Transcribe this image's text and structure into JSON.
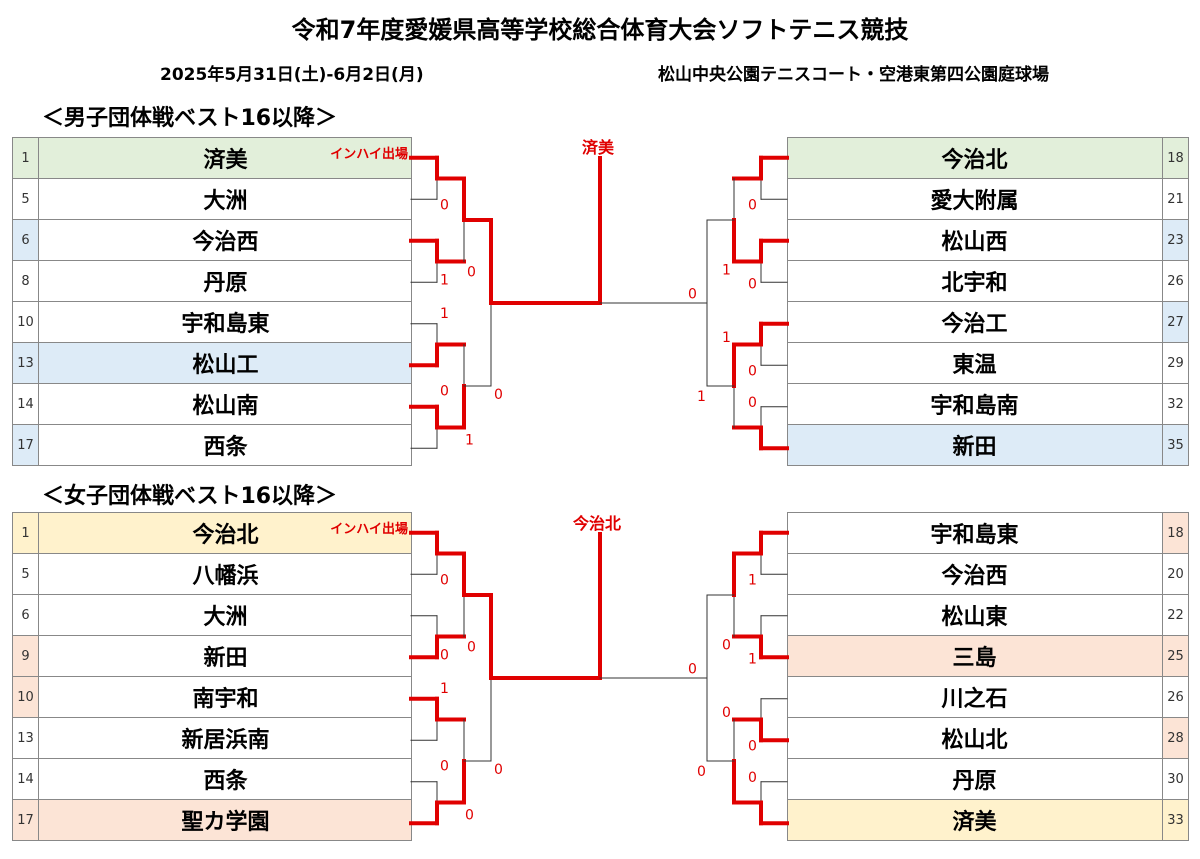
{
  "header": {
    "title": "令和7年度愛媛県高等学校総合体育大会ソフトテニス競技",
    "dates": "2025年5月31日(土)-6月2日(月)",
    "venue": "松山中央公園テニスコート・空港東第四公園庭球場"
  },
  "colors": {
    "red": "#e00000",
    "green": "#e2efda",
    "blue": "#ddebf7",
    "yellow": "#fff2cc",
    "pink": "#fce4d6"
  },
  "sections": [
    {
      "id": "boys",
      "title": "＜男子団体戦ベスト16以降＞",
      "champion": "済美",
      "inhai_label": "インハイ出場",
      "left": [
        {
          "seed": "1",
          "name": "済美",
          "fill": "green",
          "seedFill": "green",
          "inhai": true
        },
        {
          "seed": "5",
          "name": "大洲"
        },
        {
          "seed": "6",
          "name": "今治西",
          "seedFill": "blue"
        },
        {
          "seed": "8",
          "name": "丹原"
        },
        {
          "seed": "10",
          "name": "宇和島東"
        },
        {
          "seed": "13",
          "name": "松山工",
          "fill": "blue",
          "seedFill": "blue"
        },
        {
          "seed": "14",
          "name": "松山南"
        },
        {
          "seed": "17",
          "name": "西条",
          "seedFill": "blue"
        }
      ],
      "right": [
        {
          "seed": "18",
          "name": "今治北",
          "fill": "green",
          "seedFill": "green"
        },
        {
          "seed": "21",
          "name": "愛大附属"
        },
        {
          "seed": "23",
          "name": "松山西",
          "seedFill": "blue"
        },
        {
          "seed": "26",
          "name": "北宇和"
        },
        {
          "seed": "27",
          "name": "今治工",
          "seedFill": "blue"
        },
        {
          "seed": "29",
          "name": "東温"
        },
        {
          "seed": "32",
          "name": "宇和島南"
        },
        {
          "seed": "35",
          "name": "新田",
          "fill": "blue",
          "seedFill": "blue"
        }
      ],
      "left_r1_winners": [
        0,
        0,
        1,
        0
      ],
      "left_r2_winners": [
        0,
        1
      ],
      "right_r1_winners": [
        0,
        0,
        0,
        1
      ],
      "right_r2_winners": [
        1,
        0
      ],
      "final_winner": "left",
      "left_scores_r1": [
        "0",
        "1",
        "1",
        "0",
        "1"
      ],
      "left_scores_r2": [
        "0",
        "0"
      ],
      "right_scores_r1": [
        "0",
        "1",
        "0",
        "1",
        "0",
        "0"
      ],
      "right_scores_r2": [
        "0",
        "1"
      ]
    },
    {
      "id": "girls",
      "title": "＜女子団体戦ベスト16以降＞",
      "champion": "今治北",
      "inhai_label": "インハイ出場",
      "left": [
        {
          "seed": "1",
          "name": "今治北",
          "fill": "yellow",
          "seedFill": "yellow",
          "inhai": true
        },
        {
          "seed": "5",
          "name": "八幡浜"
        },
        {
          "seed": "6",
          "name": "大洲"
        },
        {
          "seed": "9",
          "name": "新田",
          "seedFill": "pink"
        },
        {
          "seed": "10",
          "name": "南宇和",
          "seedFill": "pink"
        },
        {
          "seed": "13",
          "name": "新居浜南"
        },
        {
          "seed": "14",
          "name": "西条"
        },
        {
          "seed": "17",
          "name": "聖カ学園",
          "fill": "pink",
          "seedFill": "pink"
        }
      ],
      "right": [
        {
          "seed": "18",
          "name": "宇和島東",
          "seedFill": "pink"
        },
        {
          "seed": "20",
          "name": "今治西"
        },
        {
          "seed": "22",
          "name": "松山東"
        },
        {
          "seed": "25",
          "name": "三島",
          "fill": "pink",
          "seedFill": "pink"
        },
        {
          "seed": "26",
          "name": "川之石"
        },
        {
          "seed": "28",
          "name": "松山北",
          "seedFill": "pink"
        },
        {
          "seed": "30",
          "name": "丹原"
        },
        {
          "seed": "33",
          "name": "済美",
          "fill": "yellow",
          "seedFill": "yellow"
        }
      ],
      "left_r1_winners": [
        0,
        1,
        0,
        1
      ],
      "left_r2_winners": [
        0,
        1
      ],
      "right_r1_winners": [
        0,
        1,
        1,
        1
      ],
      "right_r2_winners": [
        0,
        1
      ],
      "final_winner": "left",
      "left_scores_r1": [
        "0",
        "0",
        "1",
        "0",
        "0"
      ],
      "left_scores_r2": [
        "0",
        "0"
      ],
      "right_scores_r1": [
        "1",
        "0",
        "1",
        "0",
        "0",
        "0"
      ],
      "right_scores_r2": [
        "0",
        "0"
      ]
    }
  ]
}
